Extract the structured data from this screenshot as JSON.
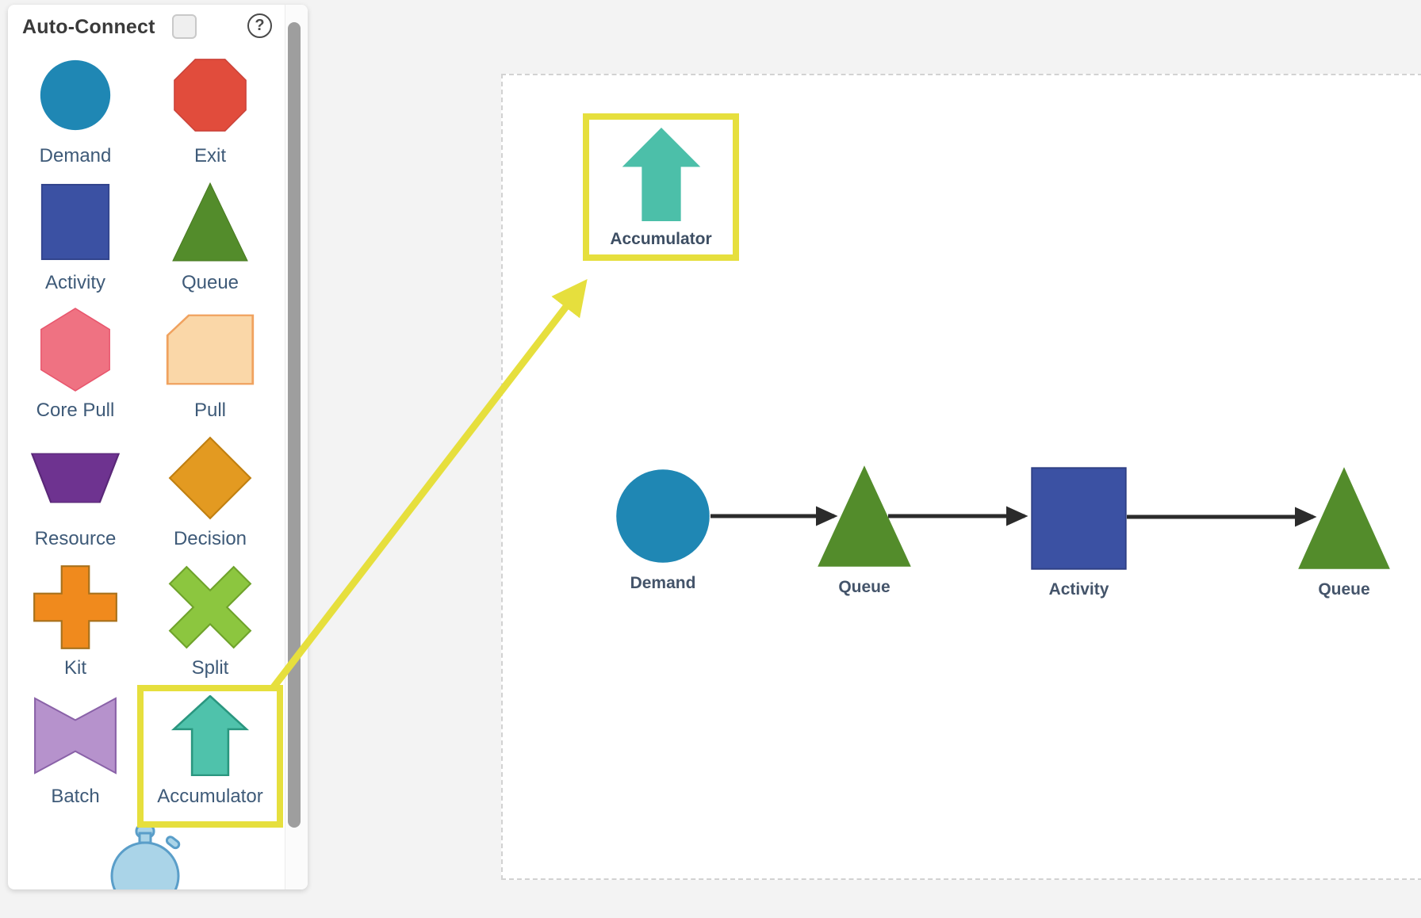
{
  "palette": {
    "title": "Auto-Connect",
    "checkbox_checked": false,
    "help": "?",
    "items": [
      {
        "label": "Demand",
        "shape": "circle",
        "fill": "#1f87b4"
      },
      {
        "label": "Exit",
        "shape": "octagon",
        "fill": "#e14c3c"
      },
      {
        "label": "Activity",
        "shape": "square",
        "fill": "#3b51a3"
      },
      {
        "label": "Queue",
        "shape": "triangle",
        "fill": "#538c2b"
      },
      {
        "label": "Core Pull",
        "shape": "hexagon",
        "fill": "#ef7282"
      },
      {
        "label": "Pull",
        "shape": "clipped-rectangle",
        "fill": "#fad7a8"
      },
      {
        "label": "Resource",
        "shape": "trapezoid",
        "fill": "#6e3390"
      },
      {
        "label": "Decision",
        "shape": "diamond",
        "fill": "#e39a21"
      },
      {
        "label": "Kit",
        "shape": "cross",
        "fill": "#f08a1d"
      },
      {
        "label": "Split",
        "shape": "x-cross",
        "fill": "#8cc63f"
      },
      {
        "label": "Batch",
        "shape": "bowtie",
        "fill": "#b692cc"
      },
      {
        "label": "Accumulator",
        "shape": "arrow-up",
        "fill": "#4fc2ab",
        "highlighted": true
      },
      {
        "label": "",
        "shape": "stopwatch",
        "fill": "#aad4e8"
      }
    ]
  },
  "canvas": {
    "placed_node": {
      "label": "Accumulator",
      "shape": "arrow-up",
      "fill": "#4cbfa9",
      "highlighted": true
    },
    "flow": [
      {
        "label": "Demand",
        "shape": "circle",
        "fill": "#1f87b4"
      },
      {
        "label": "Queue",
        "shape": "triangle",
        "fill": "#538c2b"
      },
      {
        "label": "Activity",
        "shape": "square",
        "fill": "#3b51a3"
      },
      {
        "label": "Queue",
        "shape": "triangle",
        "fill": "#538c2b"
      }
    ],
    "connections": [
      "Demand->Queue",
      "Queue->Activity",
      "Activity->Queue"
    ]
  },
  "annotation": {
    "highlight_color": "#e6df3d",
    "arrow": "palette-accumulator->canvas-accumulator"
  }
}
